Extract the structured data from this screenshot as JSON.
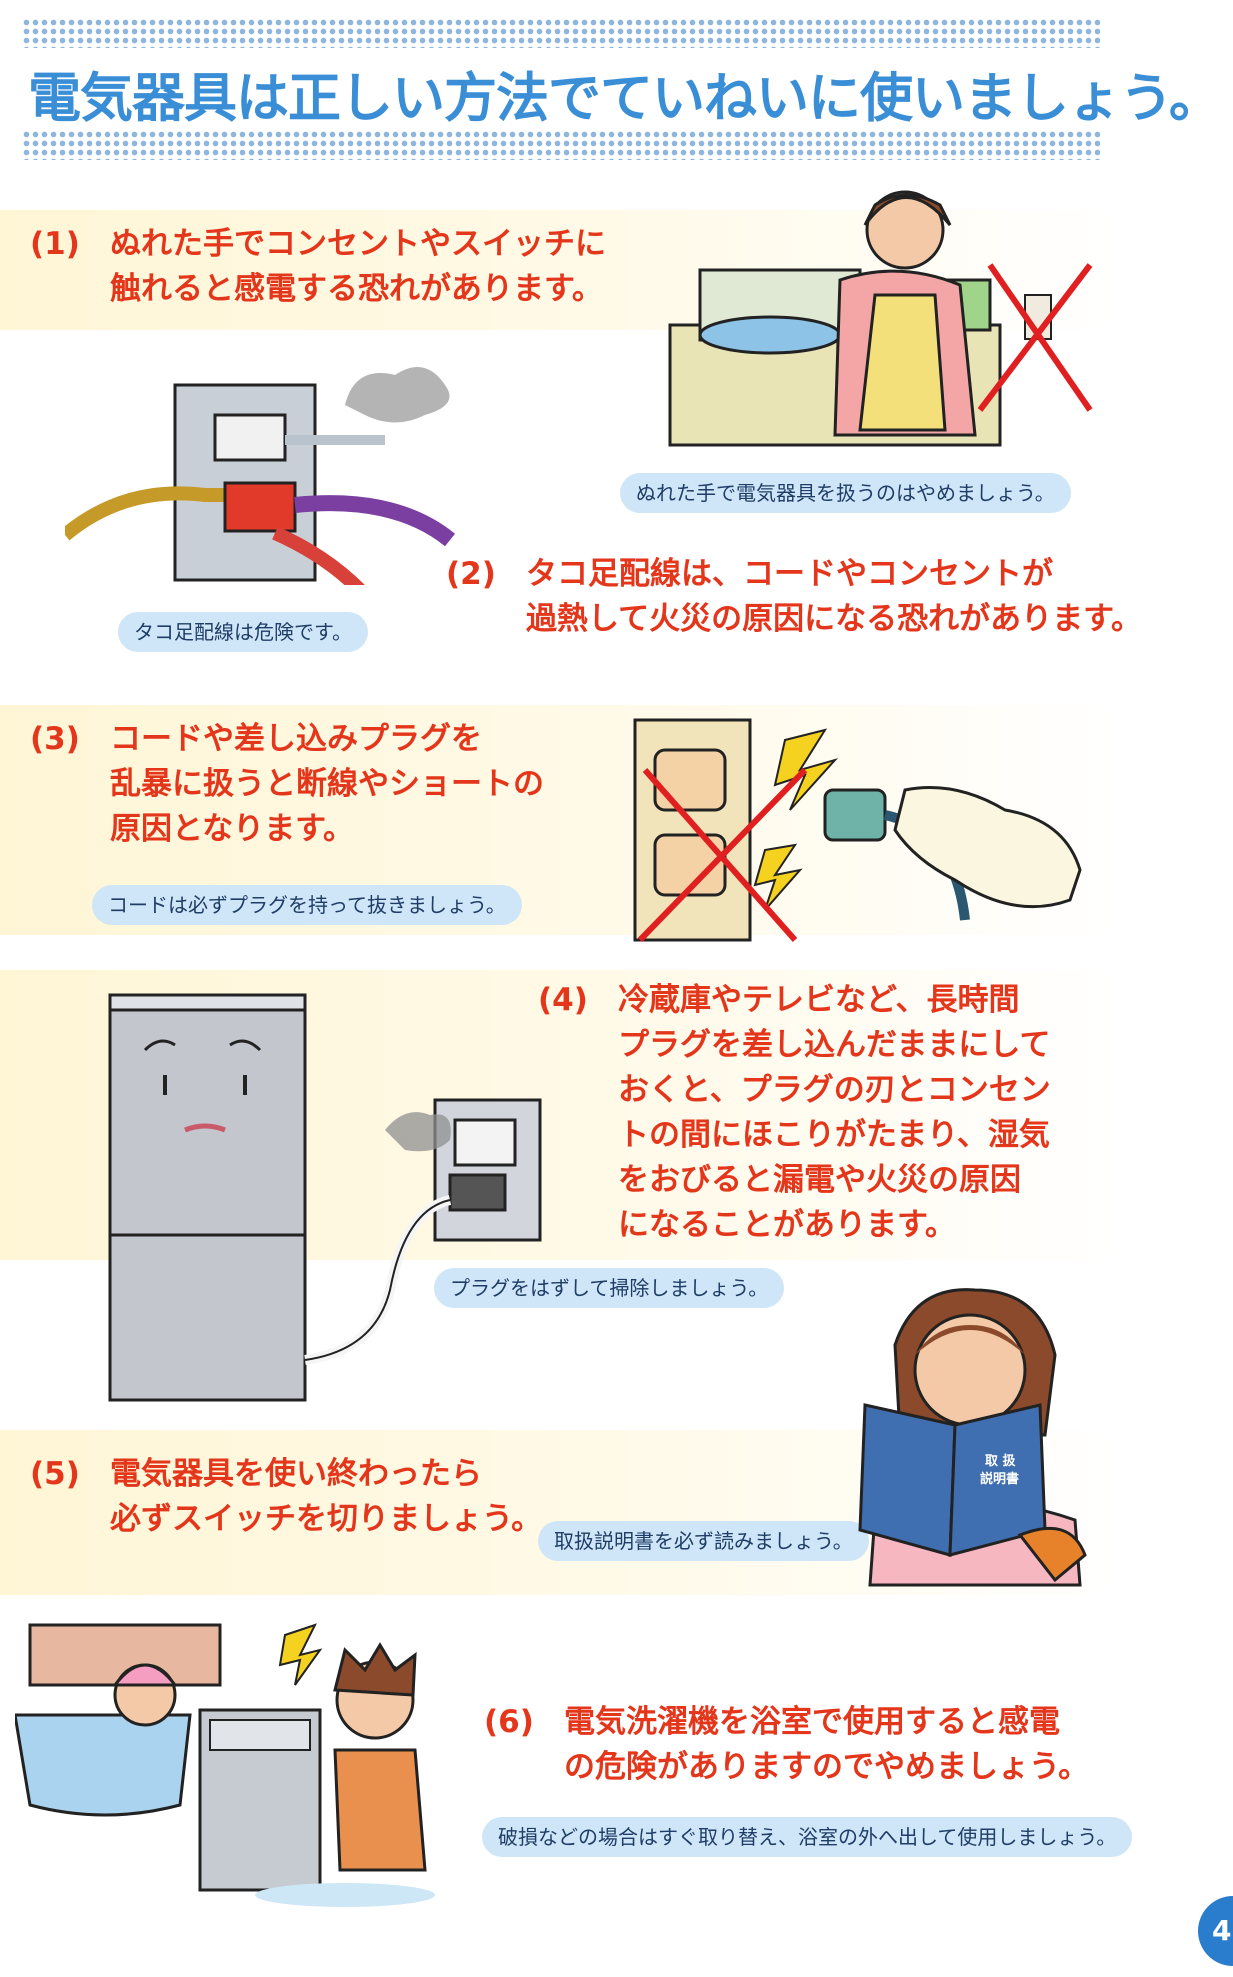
{
  "header": {
    "title": "電気器具は正しい方法でていねいに使いましょう。"
  },
  "items": [
    {
      "number": "(1)",
      "lines": [
        "ぬれた手でコンセントやスイッチに",
        "触れると感電する恐れがあります。"
      ],
      "caption": "ぬれた手で電気器具を扱うのはやめましょう。"
    },
    {
      "number": "(2)",
      "lines": [
        "タコ足配線は、コードやコンセントが",
        "過熱して火災の原因になる恐れがあります。"
      ],
      "caption": "タコ足配線は危険です。"
    },
    {
      "number": "(3)",
      "lines": [
        "コードや差し込みプラグを",
        "乱暴に扱うと断線やショートの",
        "原因となります。"
      ],
      "caption": "コードは必ずプラグを持って抜きましょう。"
    },
    {
      "number": "(4)",
      "lines": [
        "冷蔵庫やテレビなど、長時間",
        "プラグを差し込んだままにして",
        "おくと、プラグの刃とコンセン",
        "トの間にほこりがたまり、湿気",
        "をおびると漏電や火災の原因",
        "になることがあります。"
      ],
      "caption": "プラグをはずして掃除しましょう。"
    },
    {
      "number": "(5)",
      "lines": [
        "電気器具を使い終わったら",
        "必ずスイッチを切りましょう。"
      ],
      "caption": "取扱説明書を必ず読みましょう。"
    },
    {
      "number": "(6)",
      "lines": [
        "電気洗濯機を浴室で使用すると感電",
        "の危険がありますのでやめましょう。"
      ],
      "caption": "破損などの場合はすぐ取り替え、浴室の外へ出して使用しましょう。"
    }
  ],
  "illustrations": {
    "manual_book_text": [
      "取 扱",
      "説明書"
    ]
  },
  "page_number": "4",
  "colors": {
    "title": "#3a8ed6",
    "heading_text": "#e4361b",
    "caption_bg": "#cfe6f8",
    "band_bg": "#fff6d6",
    "page_badge": "#2a7ccd"
  }
}
